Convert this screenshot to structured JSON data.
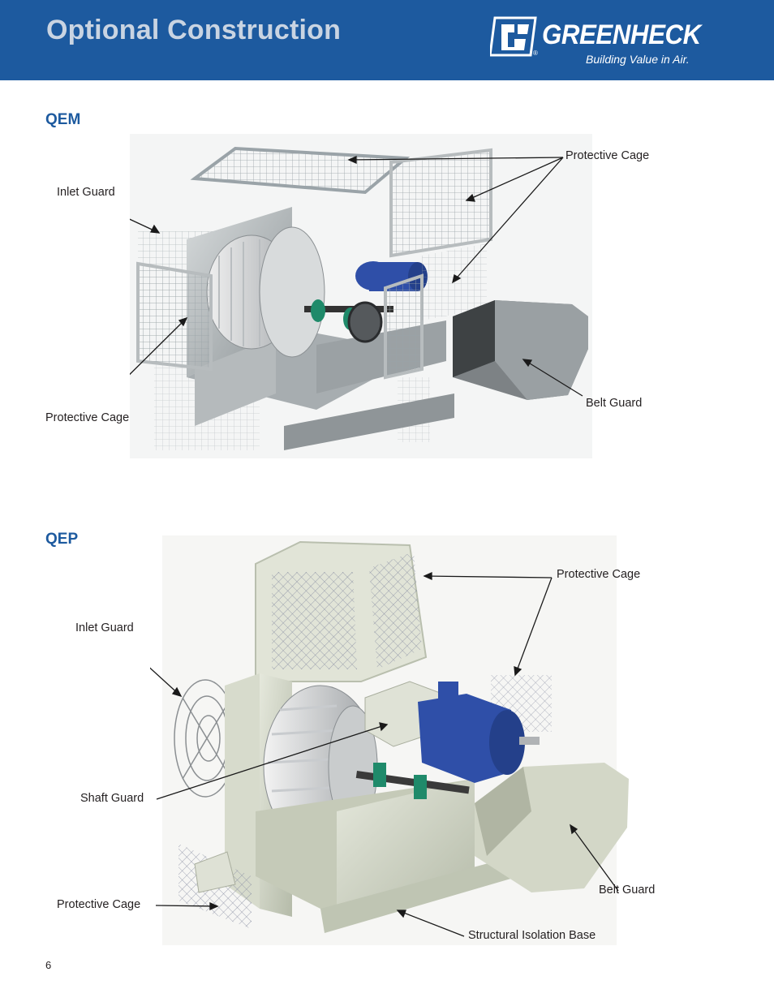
{
  "header": {
    "title": "Optional Construction",
    "logo": {
      "name": "GREENHECK",
      "tagline": "Building Value in Air.",
      "registered": "®",
      "icon": "greenheck-g-mark"
    }
  },
  "qem": {
    "heading": "QEM",
    "labels": {
      "inlet_guard": "Inlet Guard",
      "protective_cage_top": "Protective Cage",
      "protective_cage_bottom": "Protective Cage",
      "belt_guard": "Belt Guard"
    }
  },
  "qep": {
    "heading": "QEP",
    "labels": {
      "protective_cage_top": "Protective Cage",
      "inlet_guard": "Inlet Guard",
      "shaft_guard": "Shaft Guard",
      "protective_cage_bottom": "Protective Cage",
      "belt_guard": "Belt Guard",
      "structural_isolation_base": "Structural Isolation Base"
    }
  },
  "footer": {
    "page_number": "6"
  },
  "colors": {
    "header_bg": "#1d5a9f",
    "title_text": "#c9d4e2",
    "heading": "#1d5a9f",
    "motor_blue": "#2f4fa8",
    "bearing_green": "#1f8a6a"
  }
}
